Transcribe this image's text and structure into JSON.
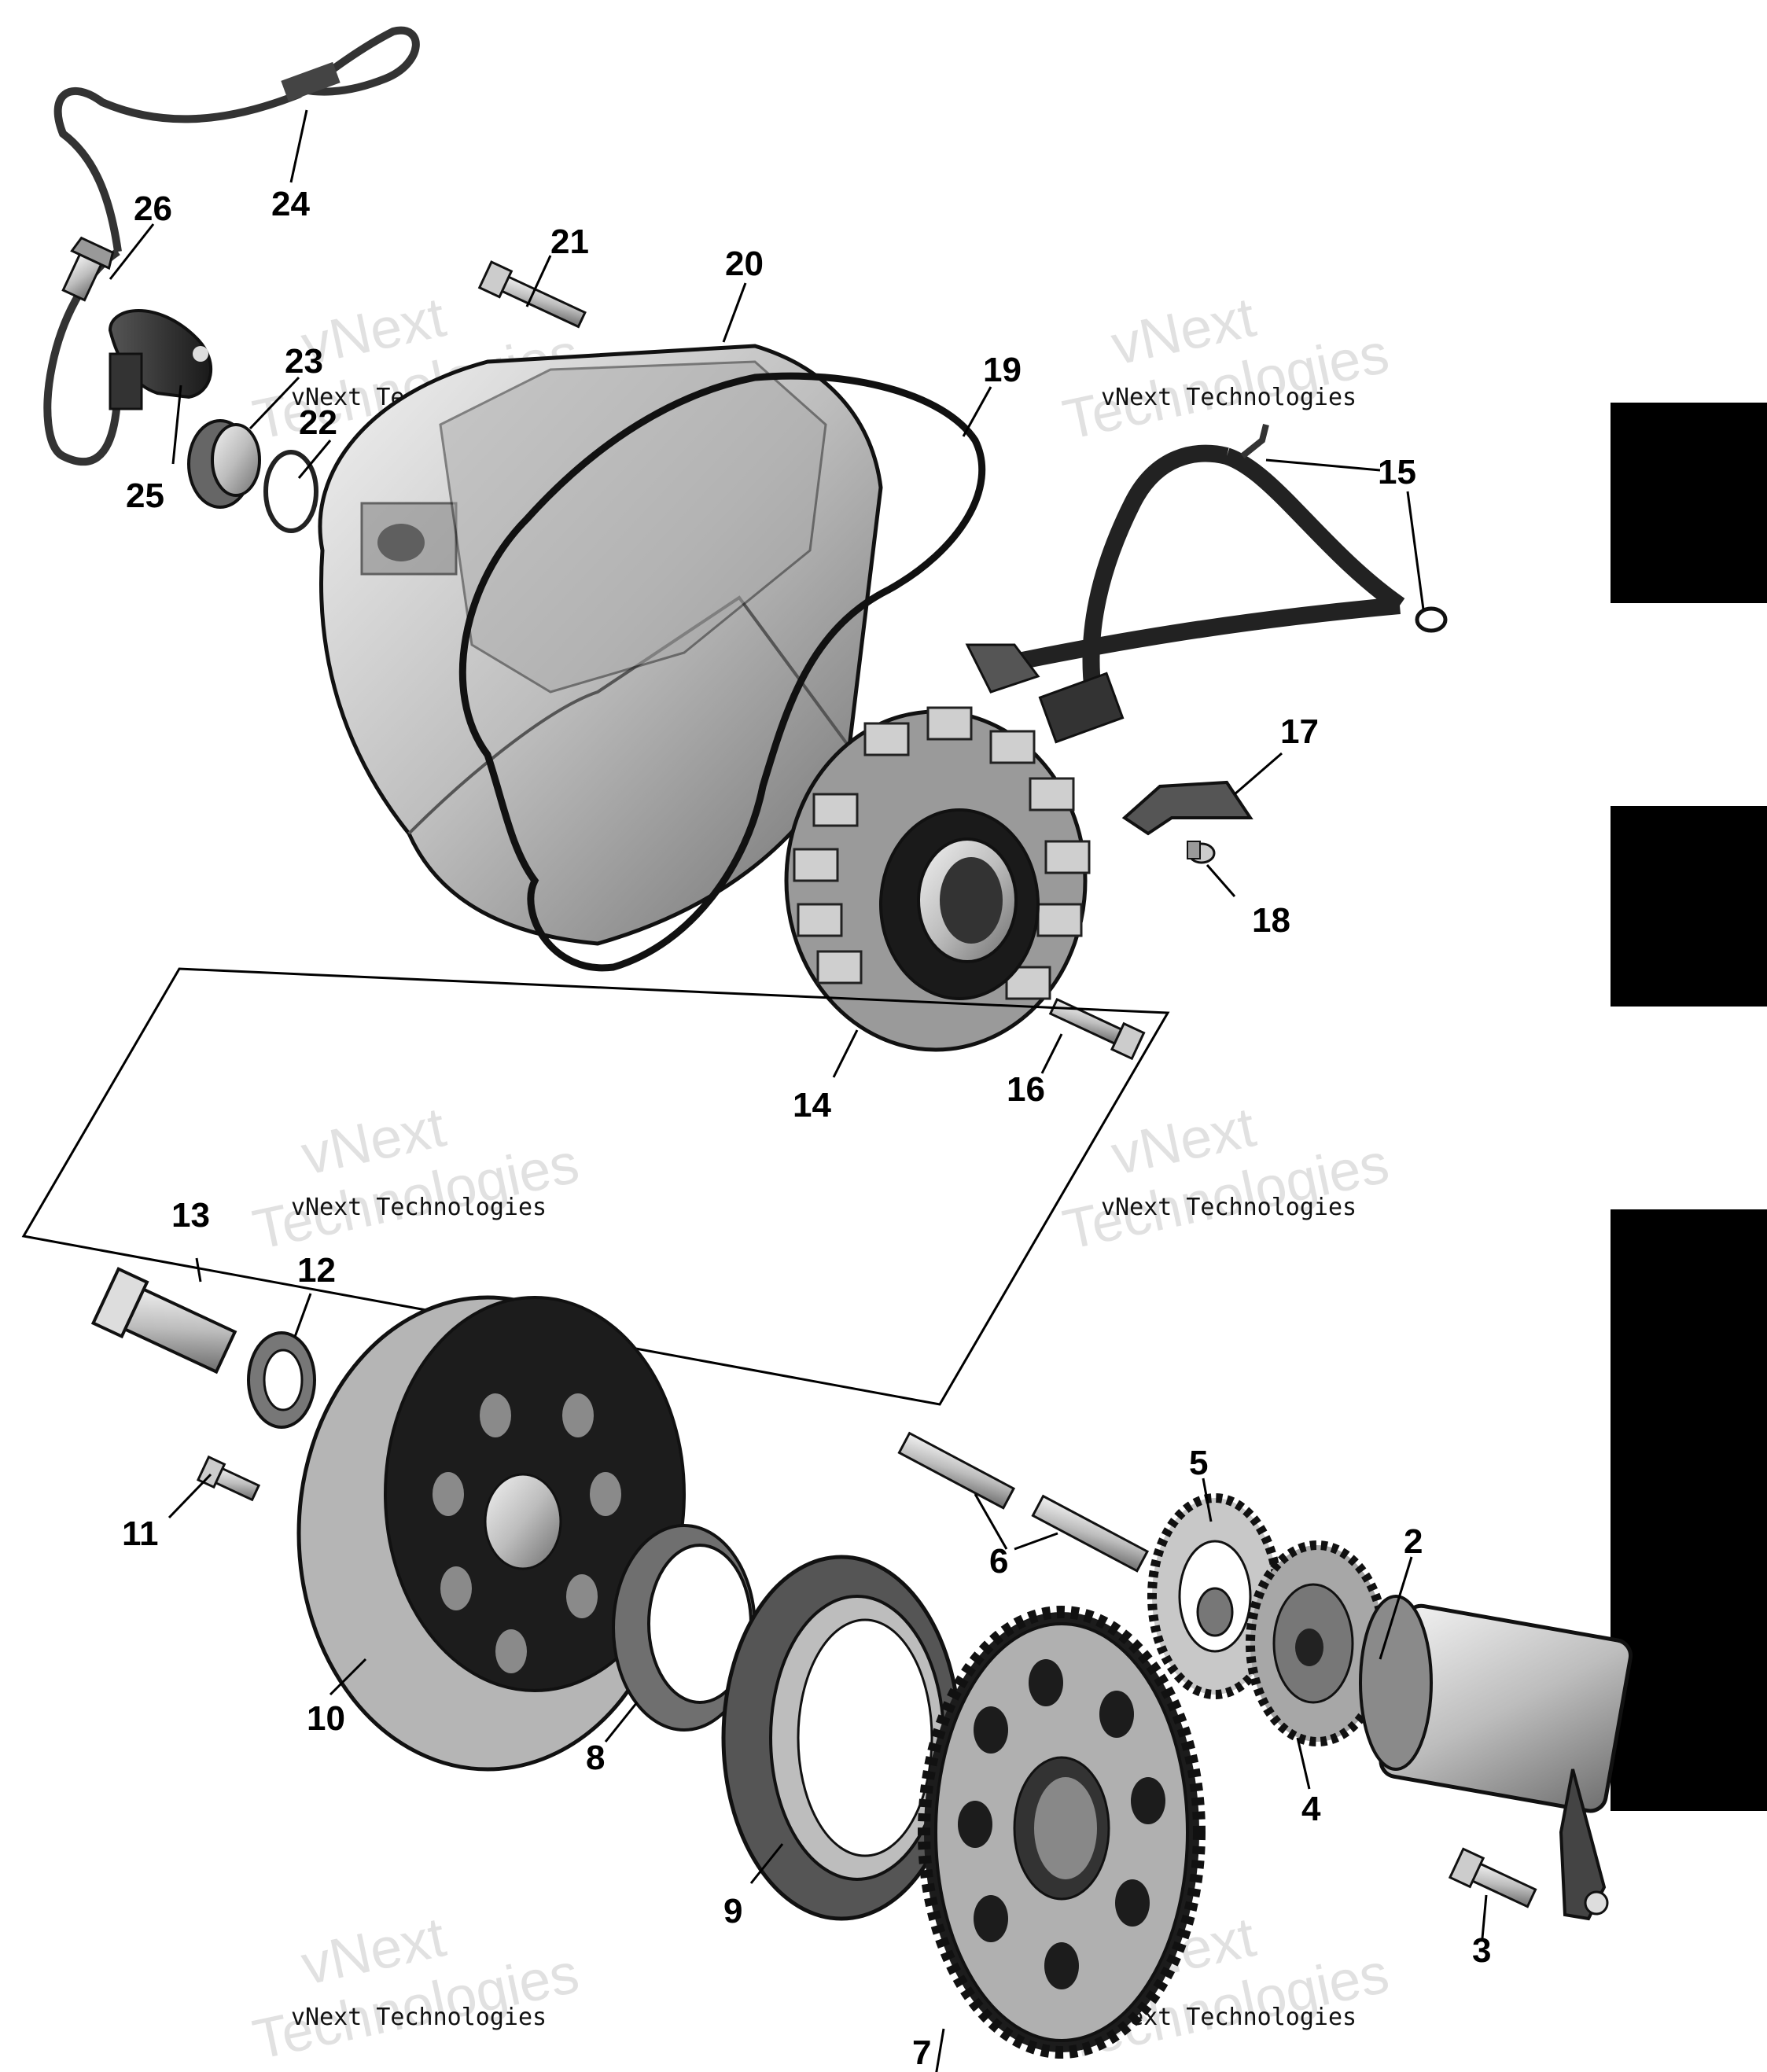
{
  "callouts": [
    "2",
    "3",
    "4",
    "5",
    "6",
    "7",
    "8",
    "9",
    "10",
    "11",
    "12",
    "13",
    "14",
    "15",
    "16",
    "17",
    "18",
    "19",
    "20",
    "21",
    "22",
    "23",
    "24",
    "25",
    "26"
  ],
  "watermark": {
    "line1": "vNext",
    "line2": "Technologies",
    "small": "vNext Technologies"
  },
  "colors": {
    "metal_light": "#e6e6e6",
    "metal_mid": "#9a9a9a",
    "metal_dark": "#2a2a2a",
    "side_bar": "#000000"
  }
}
